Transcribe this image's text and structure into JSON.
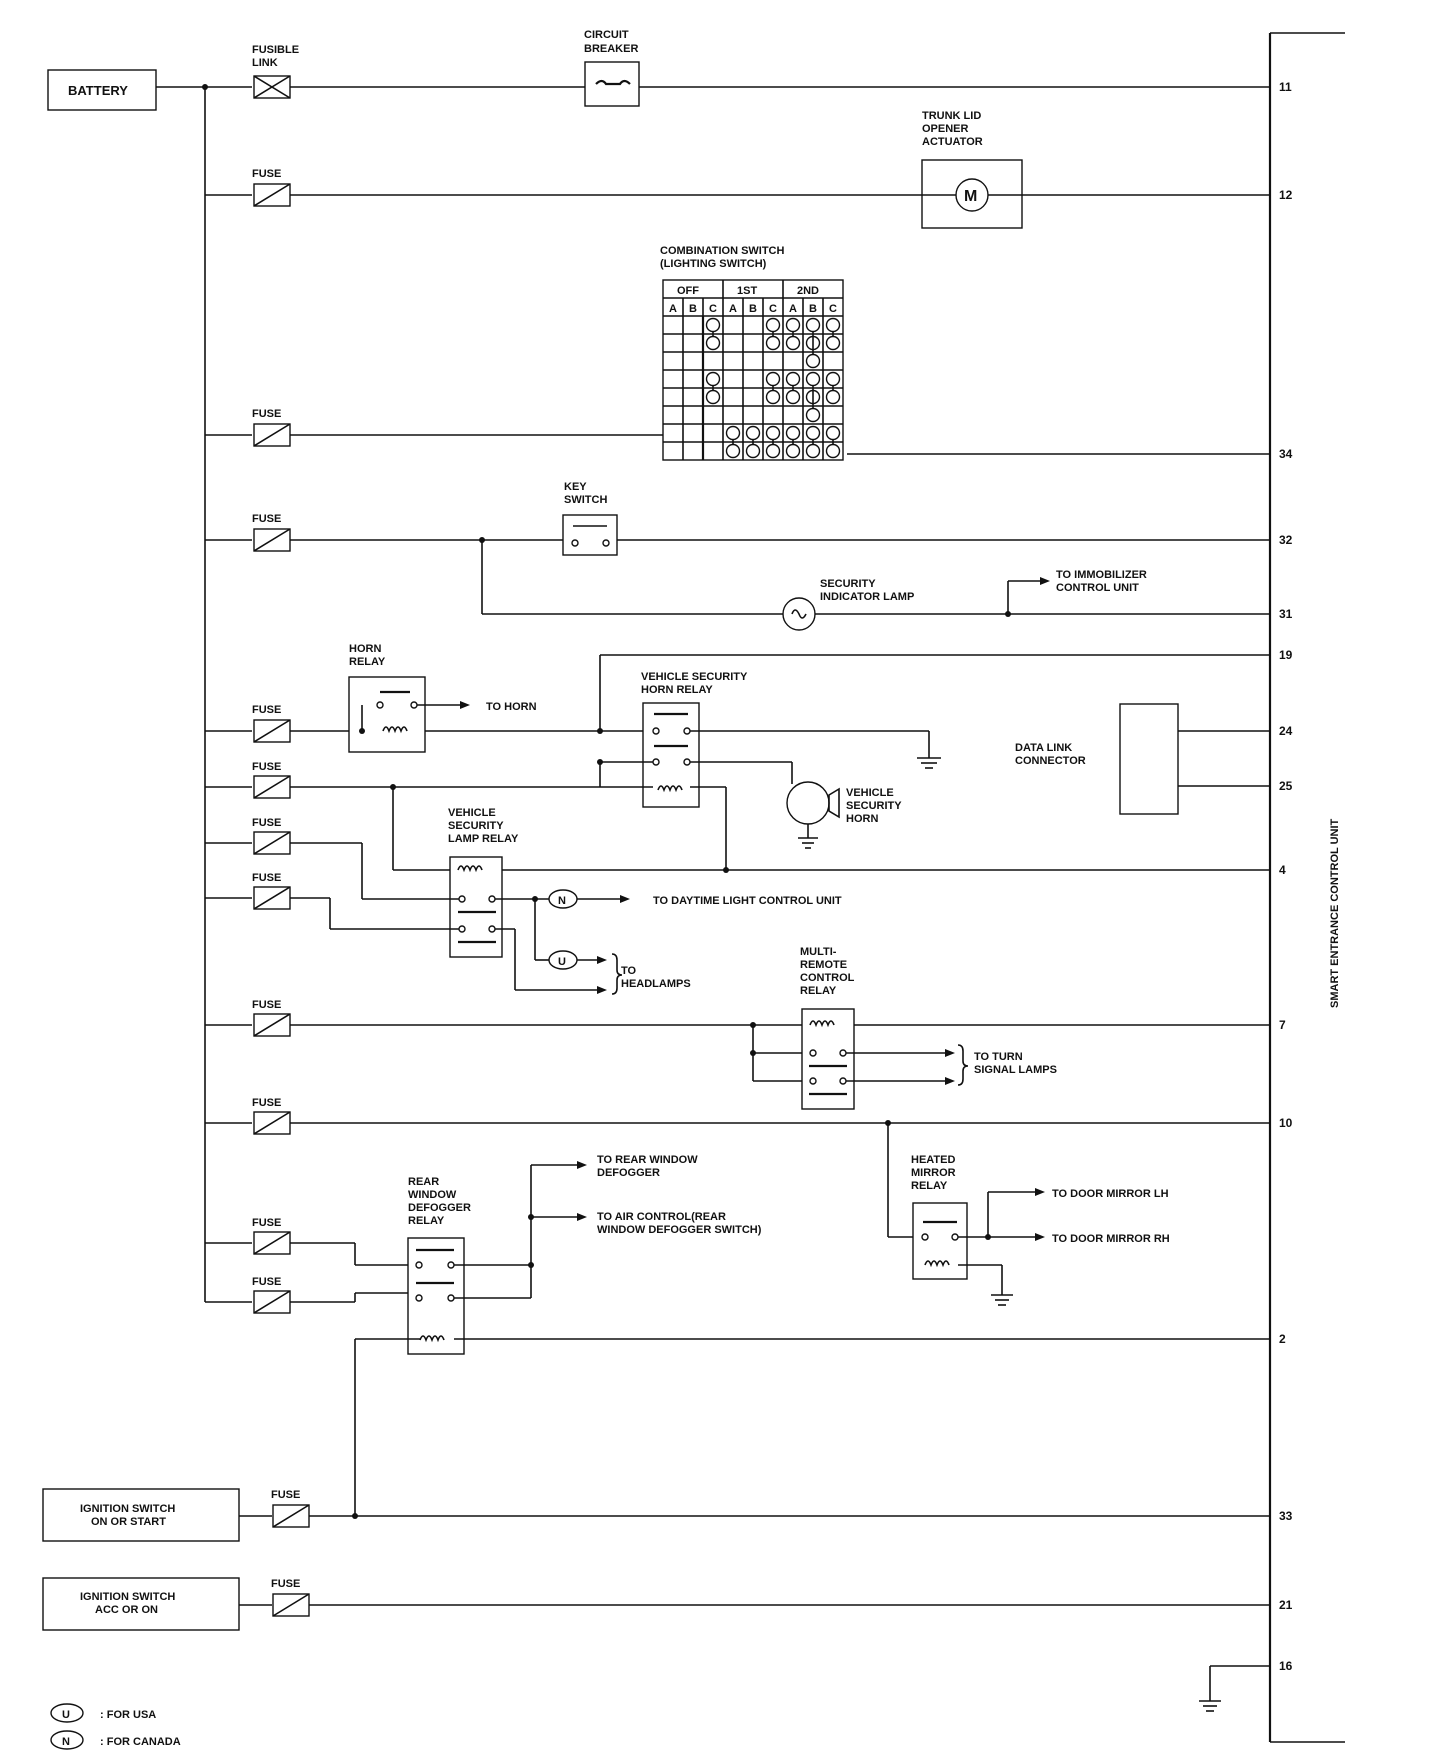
{
  "sources": {
    "battery": "BATTERY",
    "ign_on_start": [
      "IGNITION SWITCH",
      "ON OR START"
    ],
    "ign_acc_on": [
      "IGNITION SWITCH",
      "ACC OR ON"
    ]
  },
  "fuse_label": "FUSE",
  "fusible_link": [
    "FUSIBLE",
    "LINK"
  ],
  "circuit_breaker": [
    "CIRCUIT",
    "BREAKER"
  ],
  "trunk_actuator": [
    "TRUNK LID",
    "OPENER",
    "ACTUATOR"
  ],
  "motor_symbol": "M",
  "combination_switch": {
    "title": [
      "COMBINATION SWITCH",
      "(LIGHTING SWITCH)"
    ],
    "positions": [
      "OFF",
      "1ST",
      "2ND"
    ],
    "columns": [
      "A",
      "B",
      "C",
      "A",
      "B",
      "C",
      "A",
      "B",
      "C"
    ]
  },
  "key_switch": [
    "KEY",
    "SWITCH"
  ],
  "security_lamp": [
    "SECURITY",
    "INDICATOR LAMP"
  ],
  "to_immobilizer": [
    "TO IMMOBILIZER",
    "CONTROL UNIT"
  ],
  "horn_relay": [
    "HORN",
    "RELAY"
  ],
  "to_horn": "TO HORN",
  "vs_horn_relay": [
    "VEHICLE SECURITY",
    "HORN RELAY"
  ],
  "data_link": [
    "DATA LINK",
    "CONNECTOR"
  ],
  "vs_horn": [
    "VEHICLE",
    "SECURITY",
    "HORN"
  ],
  "vs_lamp_relay": [
    "VEHICLE",
    "SECURITY",
    "LAMP RELAY"
  ],
  "to_daytime": "TO DAYTIME LIGHT CONTROL UNIT",
  "to_headlamps": [
    "TO",
    "HEADLAMPS"
  ],
  "multi_remote": [
    "MULTI-",
    "REMOTE",
    "CONTROL",
    "RELAY"
  ],
  "to_turn": [
    "TO TURN",
    "SIGNAL LAMPS"
  ],
  "heated_mirror": [
    "HEATED",
    "MIRROR",
    "RELAY"
  ],
  "to_mirror_lh": "TO DOOR MIRROR LH",
  "to_mirror_rh": "TO DOOR MIRROR RH",
  "rear_defogger_relay": [
    "REAR",
    "WINDOW",
    "DEFOGGER",
    "RELAY"
  ],
  "to_rear_defogger": [
    "TO REAR WINDOW",
    "DEFOGGER"
  ],
  "to_air_control": [
    "TO AIR CONTROL(REAR",
    "WINDOW DEFOGGER SWITCH)"
  ],
  "control_unit": "SMART ENTRANCE CONTROL UNIT",
  "pins": {
    "p11": "11",
    "p12": "12",
    "p34": "34",
    "p32": "32",
    "p31": "31",
    "p19": "19",
    "p24": "24",
    "p25": "25",
    "p4": "4",
    "p7": "7",
    "p10": "10",
    "p2": "2",
    "p33": "33",
    "p21": "21",
    "p16": "16"
  },
  "legend": [
    {
      "symbol": "U",
      "text": ": FOR USA"
    },
    {
      "symbol": "N",
      "text": ": FOR CANADA"
    }
  ]
}
